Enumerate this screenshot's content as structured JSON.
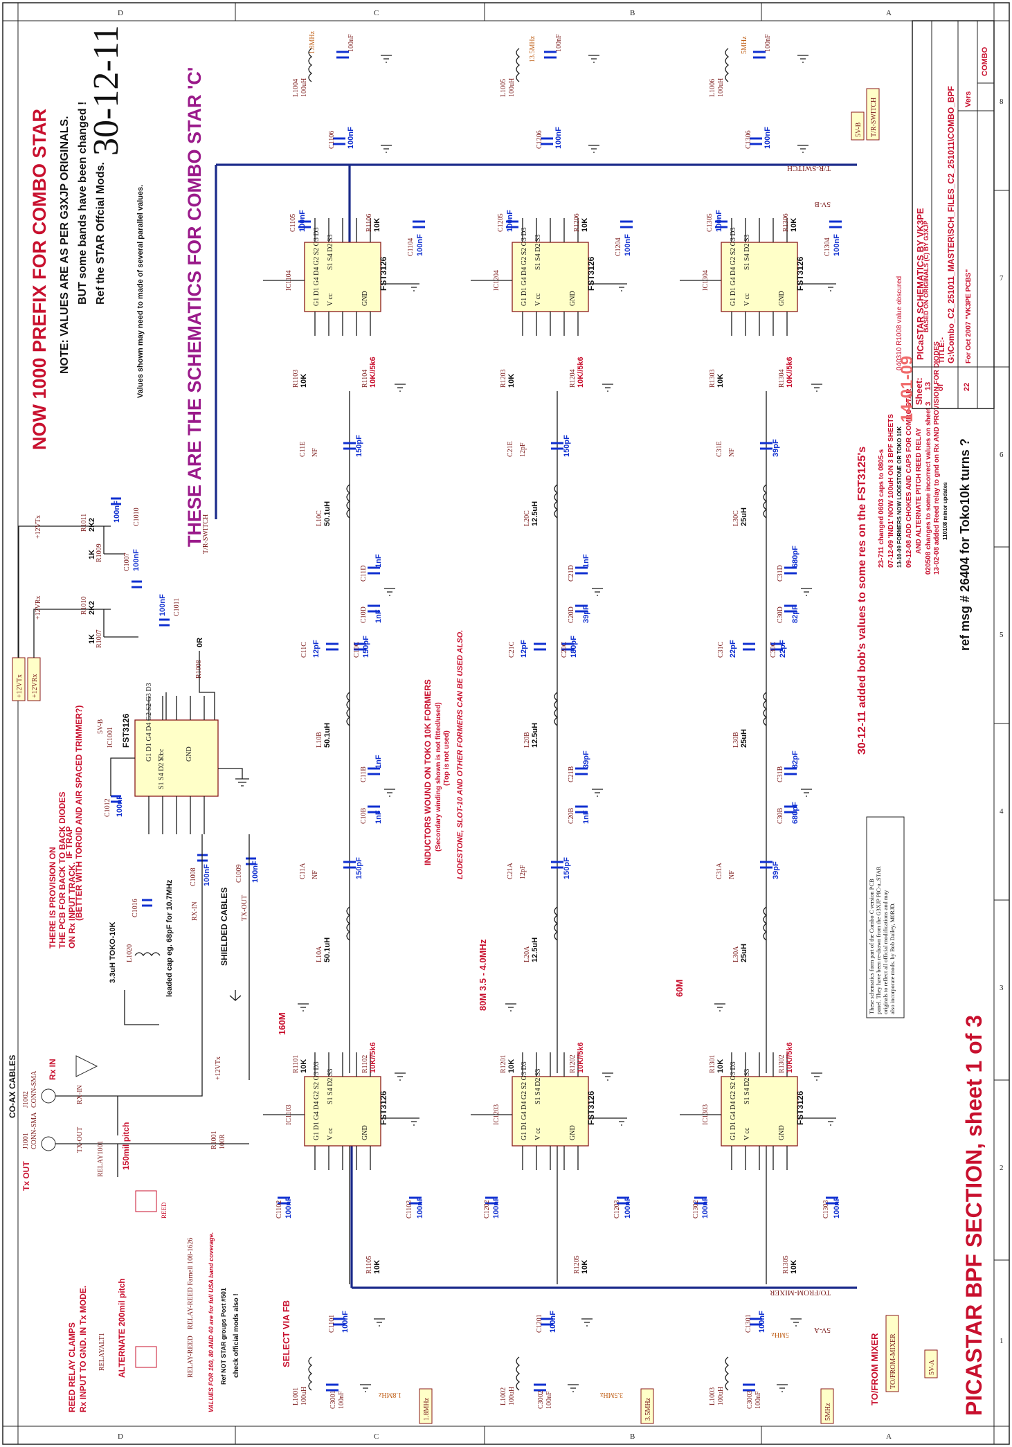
{
  "header": {
    "title_main": "NOW  1000 PREFIX FOR COMBO STAR",
    "note1": "NOTE:   VALUES ARE AS PER G3XJP ORIGINALS.",
    "note2": "BUT some bands have been changed !",
    "note3": "Ref the STAR Offcial Mods.",
    "date_big": "30-12-11",
    "note4": "Values shown may need to made of several parallel values.",
    "these_are": "THESE ARE THE SCHEMATICS FOR COMBO STAR 'C'"
  },
  "bands": {
    "b160": "160M",
    "b80": "80M   3.5 - 4.0MHz",
    "b60": "60M",
    "f18": "1.8MHz",
    "f35": "3.5MHz",
    "f5": "5MHz",
    "f135": "13.5MHz"
  },
  "notes": {
    "inductors1": "INDUCTORS WOUND ON TOKO 10K FORMERS",
    "inductors2": "(Secondary winding shown is not fitted/used)",
    "inductors3": "(Top is not used)",
    "lodestone": "LODESTONE, SLOT-10  AND OTHER FORMERS CAN BE USED ALSO.",
    "bob": "30-12-11 added bob's values to some res on the FST3125's",
    "ref_msg": "ref msg # 26404 for Toko10k turns ?",
    "rev1": "23-711   changed 0603 caps to 0805-s",
    "rev2": "07-12-09 'IND1' NOW 100uH ON 3 BPF SHEETS",
    "rev3": "13-10-09 FORMERS NOW LODESTONE OR TOKO 10K",
    "rev4": "09-12-08 ADD CHOKES AND CAPS FOR COMBO STAR",
    "rev5": "AND ALTERNATE PITCH REED RELAY",
    "rev6": "020508  changes to some incorrect values on sheet 3",
    "rev7": "13-02-08 added Reed relay to gnd on Rx AND PROVISION FOR DIODES",
    "rev8": "110108 minor updates",
    "obscured": "040310 R1008 value obscured",
    "if_trap1": "THERE IS PROVISION ON",
    "if_trap2": "THE PCB FOR BACK TO BACK DIODES",
    "if_trap3": "ON Rx INPUT TRACK.",
    "if_trap4": "IF TRAP",
    "if_trap5": "(BETTER WITH TOROID AND AIR SPACED TRIMMER?)",
    "leaded_cap": "leaded cap eg. 68pF for 10.7MHz",
    "toko": "3.3uH TOKO-10K",
    "shielded": "SHIELDED CABLES",
    "reed1": "REED RELAY CLAMPS",
    "reed2": "Rx INPUT TO GND. IN Tx MODE.",
    "alt_pitch": "ALTERNATE 200mil pitch",
    "pitch150": "150mil pitch",
    "values_160": "VALUES FOR 160, 80 AND 40 are for full USA band coverage.",
    "not_star": "Ref NOT STAR groups Post #501",
    "check_mods": "check official mods also !",
    "select_fb": "SELECT VIA FB",
    "to_from_mixer": "TO/FROM MIXER",
    "coax": "CO-AX CABLES",
    "tx_out": "Tx OUT",
    "rx_in": "Rx IN",
    "paragraph": "These schematics form part of the Combo C version PCB panel. They have been re-drawn from the G3XJP PIC-a_STAR originals to reflect all official modifications and may also incorporate mods. by Bob Dailey, M0RJD."
  },
  "title_block": {
    "date": "14-01-09",
    "title_label": "TITLE:-",
    "file": "G:\\Combo_C2_251011_MASTER\\SCH_FILES_C2_251011\\COMBO_BPF",
    "picastar": "PICaSTAR SCHEMATICS BY VK3PE",
    "based_on": "BASED ON ORIGINALS (C) BY G3XJP",
    "sheet_label": "Sheet:",
    "sheet_no": "13",
    "of": "of",
    "of_no": "22",
    "for_oct": "For Oct 2007 \"VK3PE PCBS\"",
    "vers_label": "Vers",
    "vers": "COMBO",
    "section": "PICASTAR BPF SECTION, sheet 1 of 3"
  },
  "nets": {
    "tr_switch": "T/R-SWITCH",
    "five_vb": "5V-B",
    "five_va": "5V-A",
    "to_from_mixer": "TO/FROM-MIXER",
    "p12vtx": "+12VTx",
    "p12vrx": "+12VRx",
    "rx_in": "RX-IN",
    "tx_out": "TX-OUT",
    "ic": "FST3126"
  },
  "border": {
    "top": [
      "D",
      "C",
      "B",
      "A"
    ],
    "side": [
      "8",
      "7",
      "6",
      "5",
      "4",
      "3",
      "2",
      "1"
    ]
  },
  "filters": [
    {
      "band": "160M",
      "l_ab": "50.1uH",
      "l_b": "50.1uH",
      "l_c": "50.1uH",
      "c_a": "150pF",
      "c_a_trim": "NF",
      "c_b": "1nF",
      "c_b2": "1nF",
      "c_c": "12pF",
      "c_c2": "150pF",
      "c_d": "1nF",
      "c_d2": "1nF",
      "c_e": "150pF",
      "c_e_trim": "NF",
      "r1": "10K",
      "r2": "10K//5k6",
      "r3": "10K",
      "r4": "10K//5k6",
      "r5": "10K",
      "r6": "10K",
      "c_ic": "100nF",
      "choke": "100uH",
      "choke2": "100nF"
    },
    {
      "band": "80M",
      "l_ab": "12.5uH",
      "l_b": "12.5uH",
      "l_c": "12.5uH",
      "c_a": "150pF",
      "c_a_trim": "12pF",
      "c_b": "1nF",
      "c_b2": "39pF",
      "c_c": "12pF",
      "c_c2": "180pF",
      "c_d": "1nF",
      "c_d2": "39pF",
      "c_e": "150pF",
      "c_e_trim": "12pF",
      "r1": "10K",
      "r2": "10K//5k6",
      "r3": "10K",
      "r4": "10K//5k6",
      "r5": "10K",
      "r6": "10K",
      "c_ic": "100nF",
      "choke": "100uH",
      "choke2": "100nF"
    },
    {
      "band": "60M",
      "l_ab": "25uH",
      "l_b": "25uH",
      "l_c": "25uH",
      "c_a": "39pF",
      "c_a_trim": "NF",
      "c_b": "680pF",
      "c_b2": "82pF",
      "c_c": "22pF",
      "c_c2": "22pF",
      "c_d": "680pF",
      "c_d2": "82pF",
      "c_e": "39pF",
      "c_e_trim": "NF",
      "r1": "10K",
      "r2": "10K//5k6",
      "r3": "10K",
      "r4": "10K//5k6",
      "r5": "10K",
      "r6": "10K",
      "c_ic": "100nF",
      "choke": "100uH",
      "choke2": "100nF"
    }
  ]
}
